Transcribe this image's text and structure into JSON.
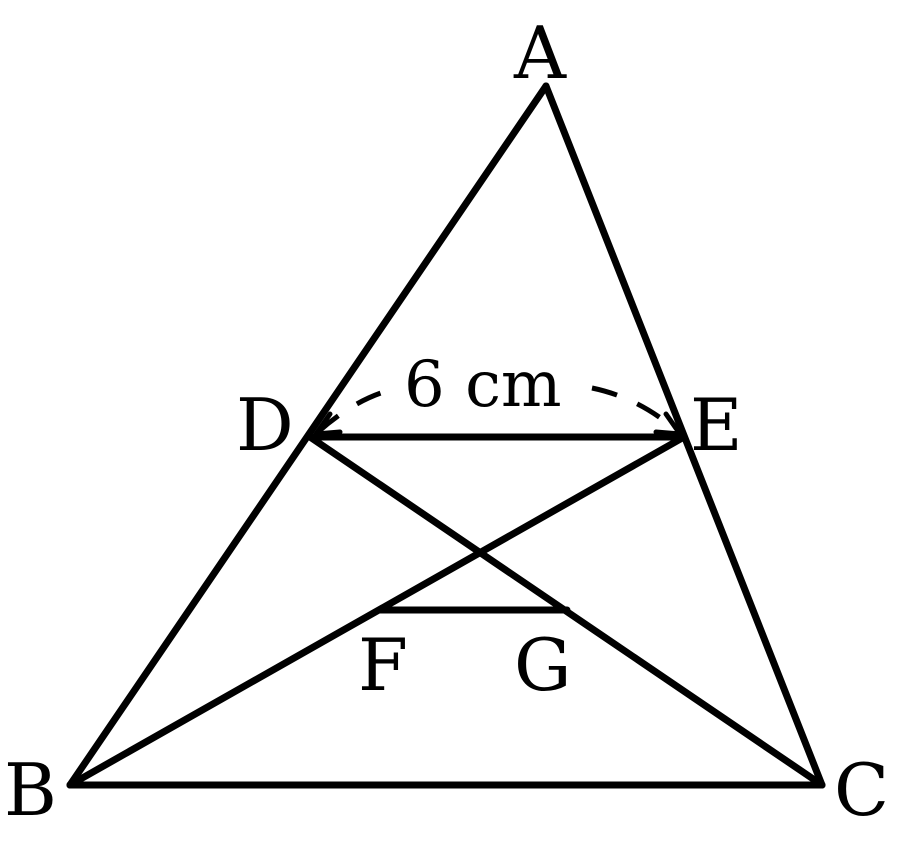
{
  "points": {
    "A": "A",
    "B": "B",
    "C": "C",
    "D": "D",
    "E": "E",
    "F": "F",
    "G": "G"
  },
  "measurement": {
    "DE": "6 cm"
  },
  "colors": {
    "stroke": "#000000",
    "background": "#ffffff"
  }
}
